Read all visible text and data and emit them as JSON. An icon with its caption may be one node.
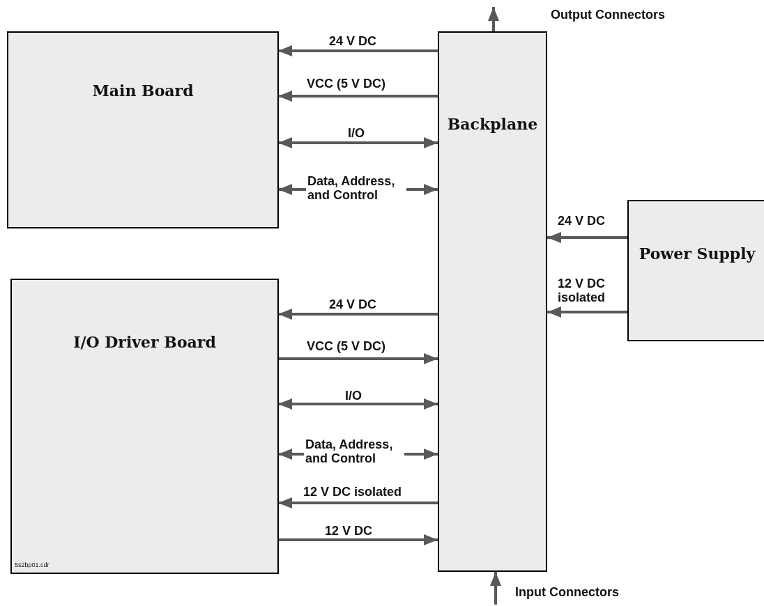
{
  "diagram": {
    "nodes": [
      {
        "text": [
          "Main Board"
        ]
      },
      {
        "text": [
          "Backplane"
        ]
      },
      {
        "text": [
          "Power Supply"
        ]
      },
      {
        "text": [
          "I/O Driver Board"
        ]
      }
    ],
    "edges": [
      {
        "from": 1,
        "to": 0,
        "arrow": "to",
        "label": "24 V DC"
      },
      {
        "from": 1,
        "to": 0,
        "arrow": "to",
        "label": "VCC (5 V DC)"
      },
      {
        "from": 0,
        "to": 1,
        "arrow": "both",
        "label": "I/O"
      },
      {
        "from": 0,
        "to": 1,
        "arrow": "both",
        "label": "Data, Address, and Control"
      },
      {
        "from": 2,
        "to": 1,
        "arrow": "to",
        "label": "24 V DC"
      },
      {
        "from": 2,
        "to": 1,
        "arrow": "to",
        "label": "12 V DC isolated"
      },
      {
        "from": 1,
        "to": 3,
        "arrow": "to",
        "label": "24 V DC"
      },
      {
        "from": 3,
        "to": 1,
        "arrow": "to",
        "label": "VCC (5 V DC)"
      },
      {
        "from": 3,
        "to": 1,
        "arrow": "both",
        "label": "I/O"
      },
      {
        "from": 3,
        "to": 1,
        "arrow": "both",
        "label": "Data, Address, and Control"
      },
      {
        "from": 1,
        "to": 3,
        "arrow": "to",
        "label": "12 V DC isolated"
      },
      {
        "from": 3,
        "to": 1,
        "arrow": "to",
        "label": "12 V DC"
      },
      {
        "from": 1,
        "to": null,
        "arrow": "to",
        "label": "Output Connectors"
      },
      {
        "from": null,
        "to": 1,
        "arrow": "to",
        "label": "Input Connectors"
      }
    ],
    "labels": [
      "5s2bp01.cdr"
    ]
  }
}
